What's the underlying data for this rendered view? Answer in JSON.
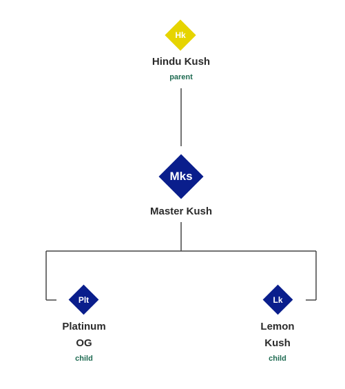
{
  "colors": {
    "parent_badge": "#e6d400",
    "center_badge": "#0a1e8c",
    "child_badge": "#0a1e8c",
    "role_text": "#1f6b52",
    "connector": "#444444"
  },
  "parent": {
    "abbr": "Hk",
    "name": "Hindu Kush",
    "role": "parent"
  },
  "center": {
    "abbr": "Mks",
    "name": "Master Kush"
  },
  "children": [
    {
      "abbr": "Plt",
      "name": "Platinum OG",
      "role": "child"
    },
    {
      "abbr": "Lk",
      "name": "Lemon Kush",
      "role": "child"
    }
  ]
}
